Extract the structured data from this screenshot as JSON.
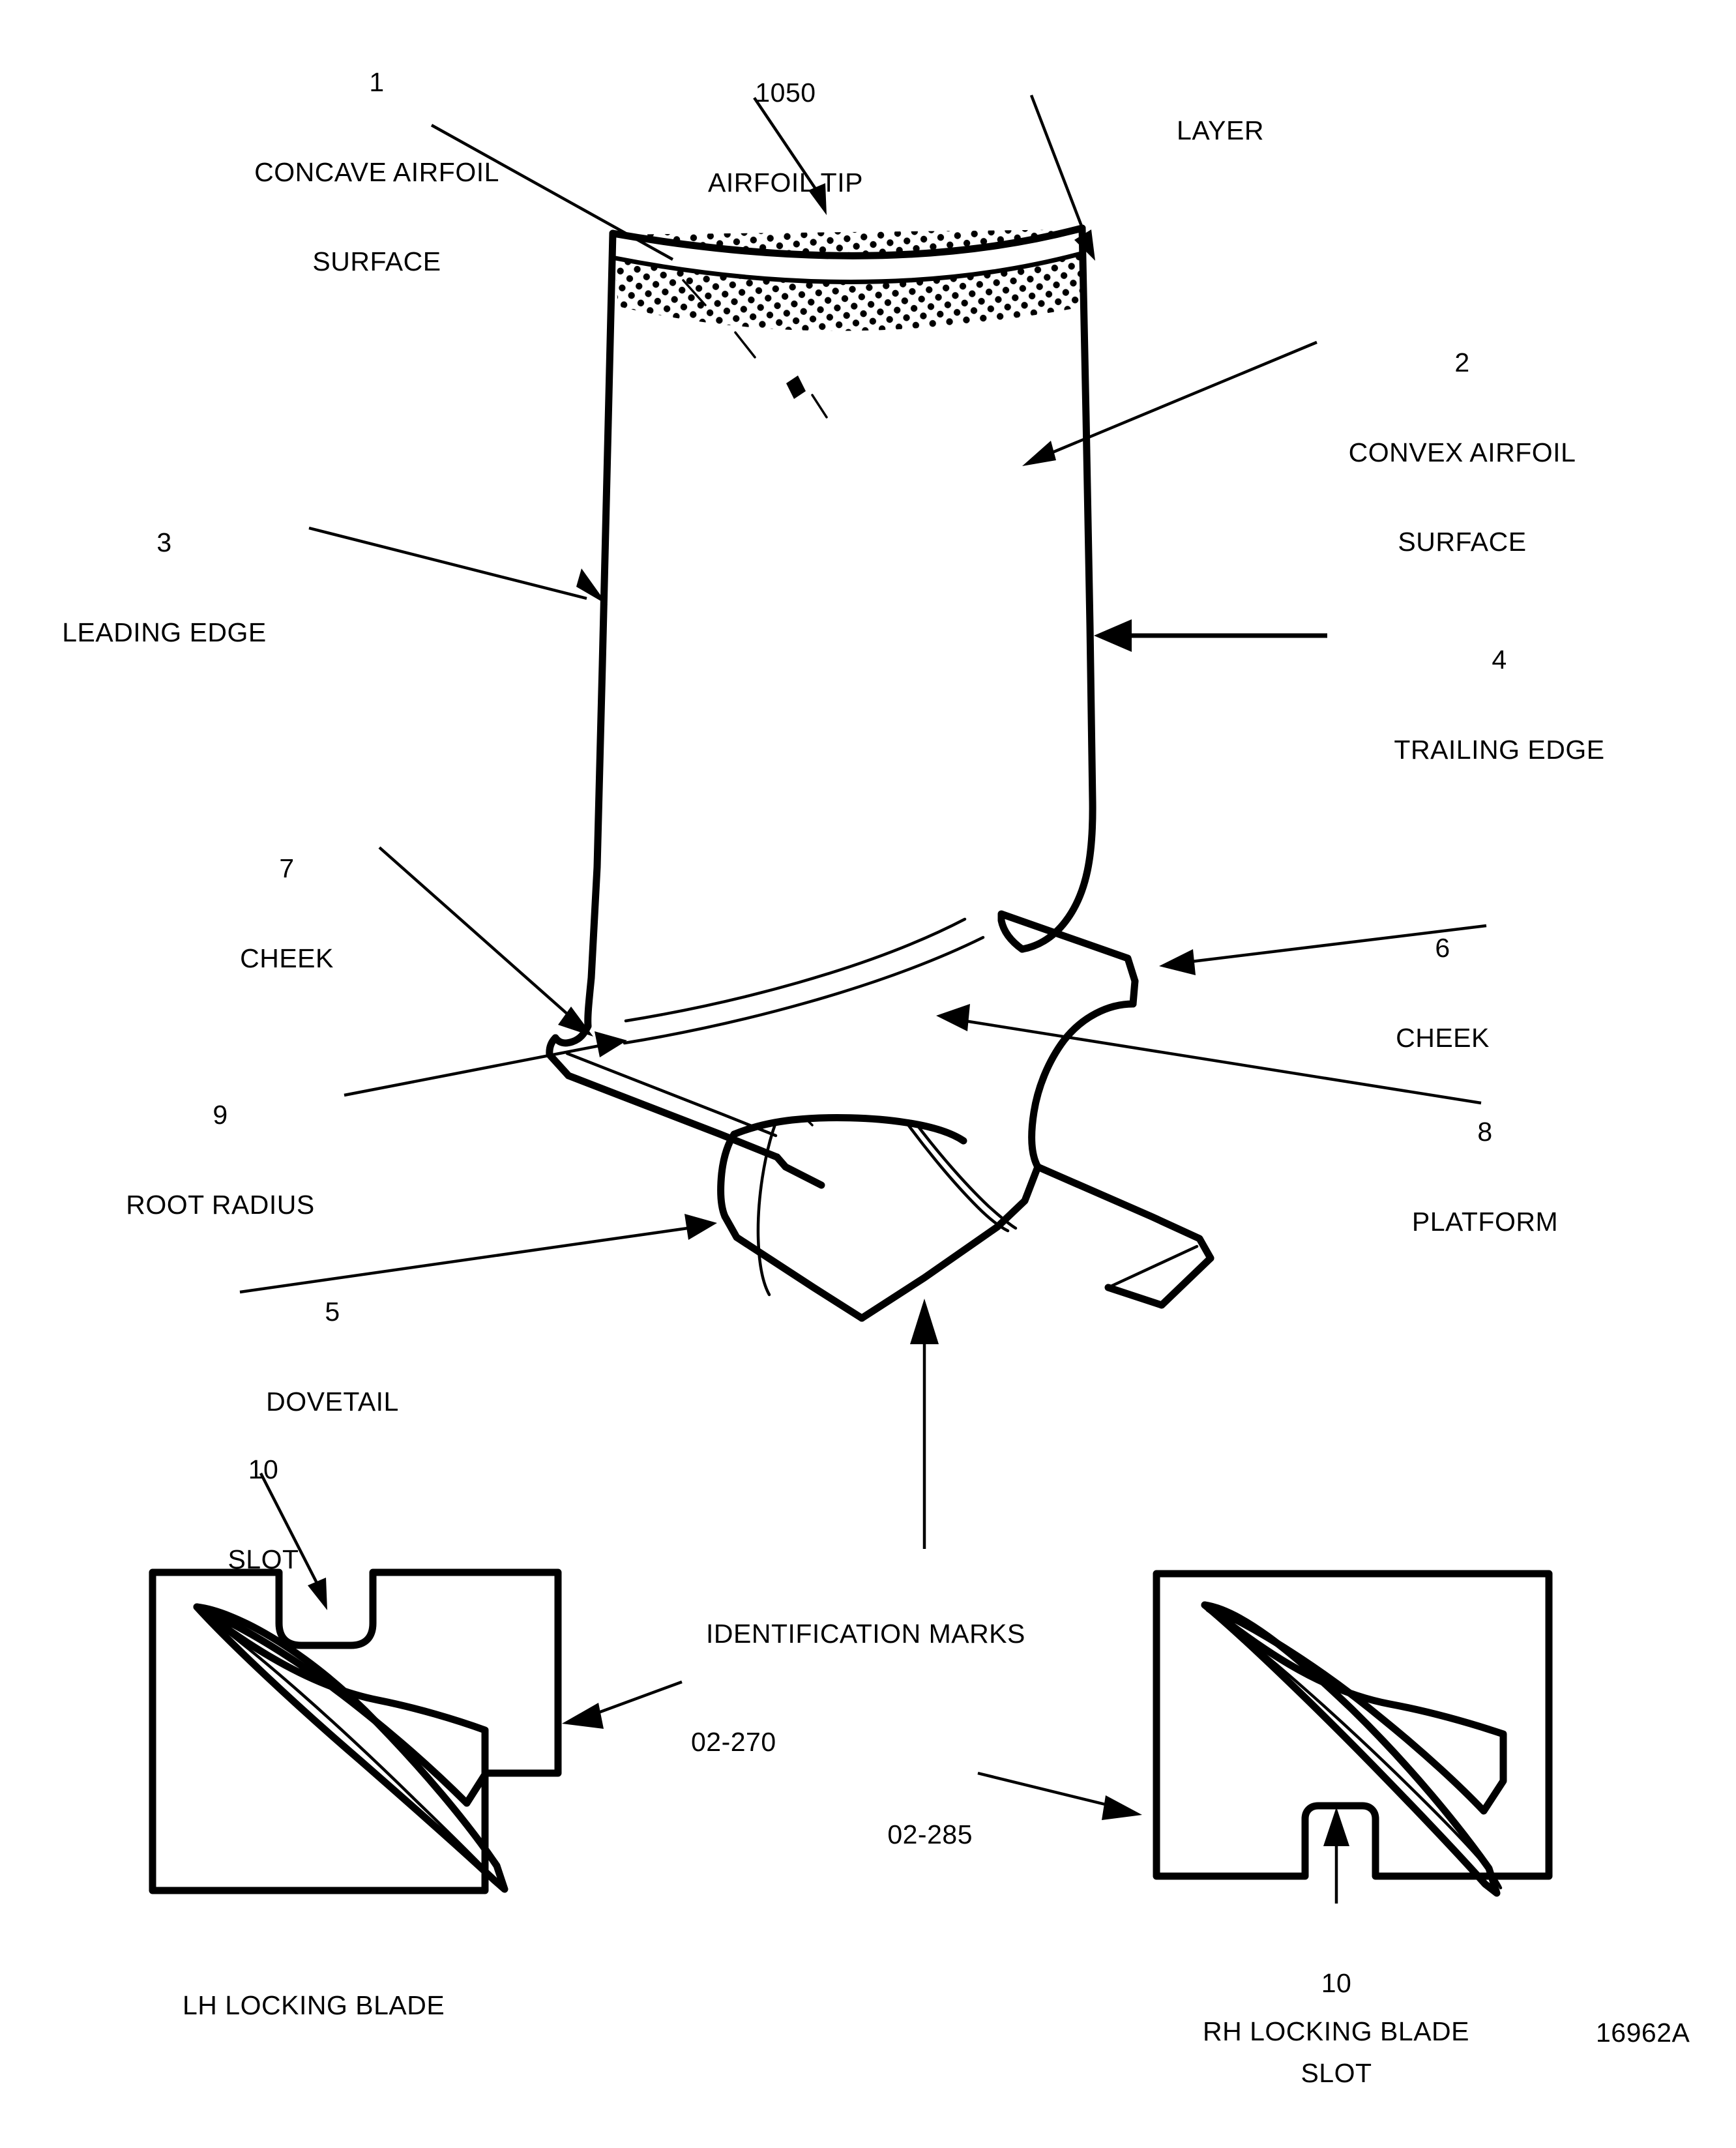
{
  "figure": {
    "id_code": "16962A",
    "title_alt": "Compressor blade nomenclature"
  },
  "callouts": [
    {
      "key": "concave_airfoil_surface",
      "number": "1",
      "text": "CONCAVE AIRFOIL\nSURFACE"
    },
    {
      "key": "airfoil_tip",
      "number": "1050",
      "text": "AIRFOIL TIP"
    },
    {
      "key": "layer",
      "number": "",
      "text": "LAYER"
    },
    {
      "key": "convex_airfoil_surface",
      "number": "2",
      "text": "CONVEX AIRFOIL\nSURFACE"
    },
    {
      "key": "leading_edge",
      "number": "3",
      "text": "LEADING EDGE"
    },
    {
      "key": "trailing_edge",
      "number": "4",
      "text": "TRAILING EDGE"
    },
    {
      "key": "cheek_left",
      "number": "7",
      "text": "CHEEK"
    },
    {
      "key": "cheek_right",
      "number": "6",
      "text": "CHEEK"
    },
    {
      "key": "root_radius",
      "number": "9",
      "text": "ROOT RADIUS"
    },
    {
      "key": "platform",
      "number": "8",
      "text": "PLATFORM"
    },
    {
      "key": "dovetail",
      "number": "5",
      "text": "DOVETAIL"
    },
    {
      "key": "identification_marks",
      "number": "",
      "text": "IDENTIFICATION MARKS"
    },
    {
      "key": "slot_lh",
      "number": "10",
      "text": "SLOT"
    },
    {
      "key": "slot_rh",
      "number": "10",
      "text": "SLOT"
    }
  ],
  "labels": {
    "concave_number": "1",
    "concave_line1": "CONCAVE AIRFOIL",
    "concave_line2": "SURFACE",
    "airfoil_tip_number": "1050",
    "airfoil_tip_text": "AIRFOIL TIP",
    "layer_text": "LAYER",
    "convex_number": "2",
    "convex_line1": "CONVEX AIRFOIL",
    "convex_line2": "SURFACE",
    "leading_edge_number": "3",
    "leading_edge_text": "LEADING EDGE",
    "trailing_edge_number": "4",
    "trailing_edge_text": "TRAILING EDGE",
    "cheek7_number": "7",
    "cheek7_text": "CHEEK",
    "cheek6_number": "6",
    "cheek6_text": "CHEEK",
    "root_radius_number": "9",
    "root_radius_text": "ROOT RADIUS",
    "platform_number": "8",
    "platform_text": "PLATFORM",
    "dovetail_number": "5",
    "dovetail_text": "DOVETAIL",
    "identification_marks_text": "IDENTIFICATION MARKS",
    "slot_lh_number": "10",
    "slot_lh_text": "SLOT",
    "slot_rh_number": "10",
    "slot_rh_text": "SLOT",
    "part_lh": "02-270",
    "part_rh": "02-285",
    "caption_lh": "LH LOCKING BLADE",
    "caption_rh": "RH LOCKING BLADE",
    "figure_id": "16962A"
  },
  "colors": {
    "ink": "#000000",
    "paper": "#ffffff"
  }
}
